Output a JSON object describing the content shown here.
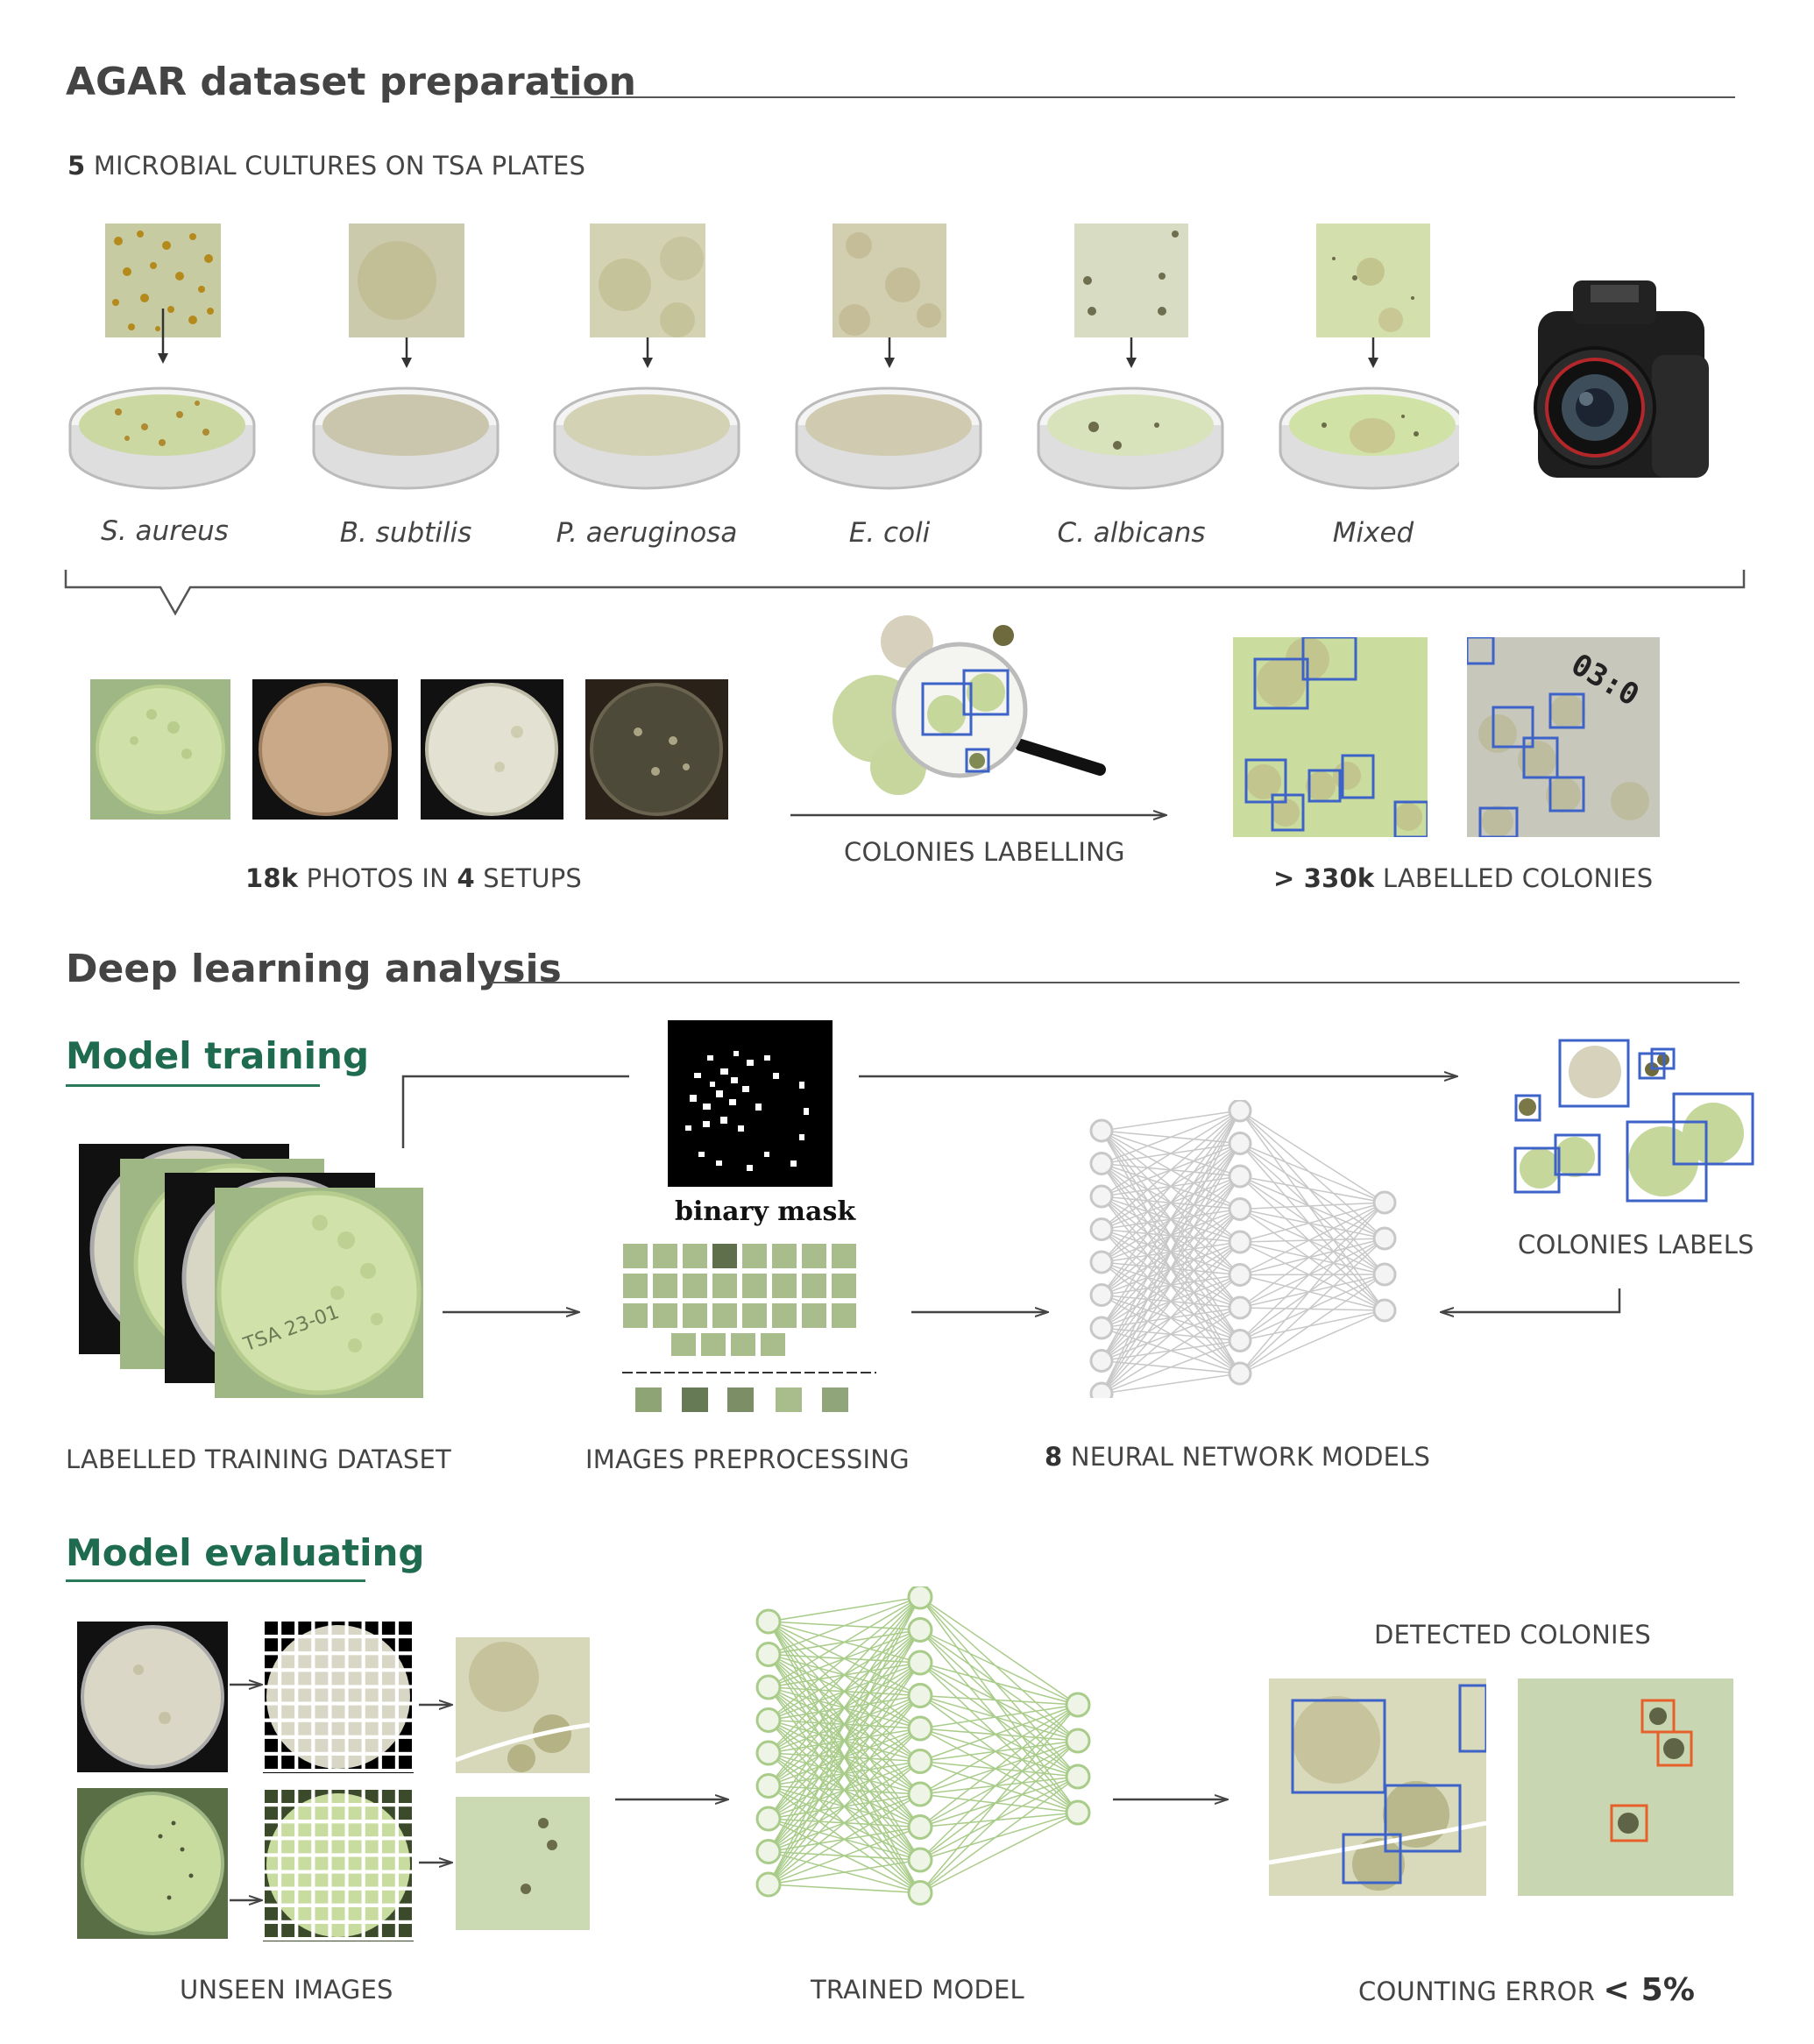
{
  "section1": {
    "title": "AGAR dataset preparation",
    "cultures_count": "5",
    "cultures_label": "MICROBIAL CULTURES ON TSA PLATES",
    "species": [
      "S. aureus",
      "B. subtilis",
      "P. aeruginosa",
      "E. coli",
      "C. albicans",
      "Mixed"
    ],
    "photos_count": "18k",
    "photos_mid": "PHOTOS IN",
    "setups_count": "4",
    "setups_label": "SETUPS",
    "labelling_label": "COLONIES LABELLING",
    "labelled_prefix": "> 330k",
    "labelled_label": "LABELLED COLONIES"
  },
  "section2": {
    "title": "Deep learning analysis",
    "training": {
      "heading": "Model training",
      "binary_mask_label": "binary mask",
      "colonies_labels": "COLONIES LABELS",
      "dataset_label": "LABELLED TRAINING DATASET",
      "preprocessing_label": "IMAGES PREPROCESSING",
      "models_count": "8",
      "models_label": "NEURAL NETWORK MODELS"
    },
    "evaluating": {
      "heading": "Model evaluating",
      "detected_label": "DETECTED COLONIES",
      "unseen_label": "UNSEEN IMAGES",
      "trained_label": "TRAINED MODEL",
      "error_label": "COUNTING ERROR",
      "error_value": "< 5%"
    }
  },
  "colors": {
    "heading_green": "#1f6b50",
    "agar_green": "#c9dca4",
    "box_blue": "#3d63c8",
    "box_orange": "#e5602a",
    "net_gray": "#c8c8c8",
    "net_green": "#a9cc8a"
  },
  "icons": [
    "down-arrow-icon",
    "camera-icon",
    "magnifier-icon",
    "bracket-icon",
    "right-arrow-icon"
  ]
}
